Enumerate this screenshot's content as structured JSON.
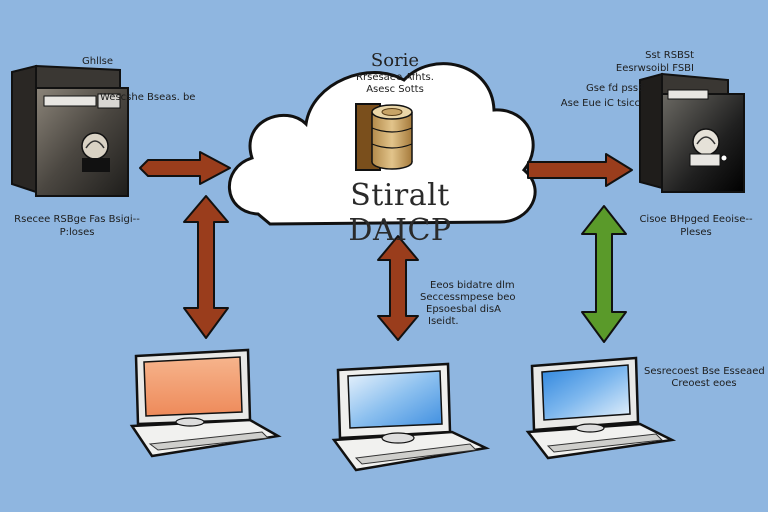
{
  "cloud": {
    "top_label": "Sorie",
    "sub_label_1": "Rrsesaee Afhts.",
    "sub_label_2": "Asesc Sotts",
    "title": "Stiralt DAICP"
  },
  "left_server": {
    "label_1": "Ghllse",
    "label_2": "Wescshe Bseas. be",
    "caption_1": "Rsecee RSBge Fas Bsigi--",
    "caption_2": "P:loses"
  },
  "right_server": {
    "label_1": "Sst RSBSt",
    "label_2": "Eesrwsoibl FSBI",
    "label_3": "Gse fd pssE",
    "label_4": "Ase Eue iC tsicc",
    "caption_1": "Cisoe BHpged Eeoise--",
    "caption_2": "Pleses"
  },
  "center_note": {
    "line_1": "Eeos bidatre dlm",
    "line_2": "Seccessmpese beo",
    "line_3": "Epsoesbal disA",
    "line_4": "Iseidt."
  },
  "right_note": {
    "line_1": "Sesrecoest Bse Esseaed",
    "line_2": "Creoest eoes"
  },
  "colors": {
    "background": "#8fb6e0",
    "arrow_red": "#9a3d1c",
    "arrow_green": "#5a9a2a",
    "left_screen": "#f4a272",
    "right_screen": "#5ea6e6"
  }
}
